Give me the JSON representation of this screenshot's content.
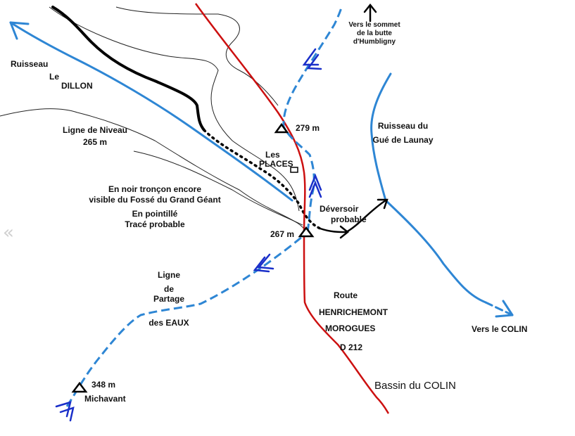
{
  "labels": {
    "ruisseau_dillon_1": "Ruisseau",
    "ruisseau_dillon_2": "Le",
    "ruisseau_dillon_3": "DILLON",
    "ligne_niveau_1": "Ligne de Niveau",
    "ligne_niveau_2": "265 m",
    "summit_1": "Vers le sommet",
    "summit_2": "de la butte",
    "summit_3": "d'Humbligny",
    "elev_279": "279 m",
    "les": "Les",
    "places": "PLACES",
    "gue_1": "Ruisseau du",
    "gue_2": "Gué de Launay",
    "fosse_1": "En noir tronçon encore",
    "fosse_2": "visible du Fossé du Grand Géant",
    "fosse_3": "En pointillé",
    "fosse_4": "Tracé probable",
    "deversoir_1": "Déversoir",
    "deversoir_2": "probable",
    "elev_267": "267 m",
    "partage_1": "Ligne",
    "partage_2": "de",
    "partage_3": "Partage",
    "partage_4": "des EAUX",
    "route_1": "Route",
    "route_2": "HENRICHEMONT",
    "route_3": "MOROGUES",
    "route_4": "D 212",
    "vers_colin": "Vers le COLIN",
    "bassin_colin": "Bassin du COLIN",
    "elev_348": "348 m",
    "michavant": "Michavant"
  },
  "colors": {
    "stream": "#2e86d4",
    "divide_arrow": "#1a2fc9",
    "road": "#cc1010",
    "ditch": "#000000",
    "contour": "#000000"
  },
  "nav": {
    "prev_icon": "chevron-left-double-icon"
  }
}
